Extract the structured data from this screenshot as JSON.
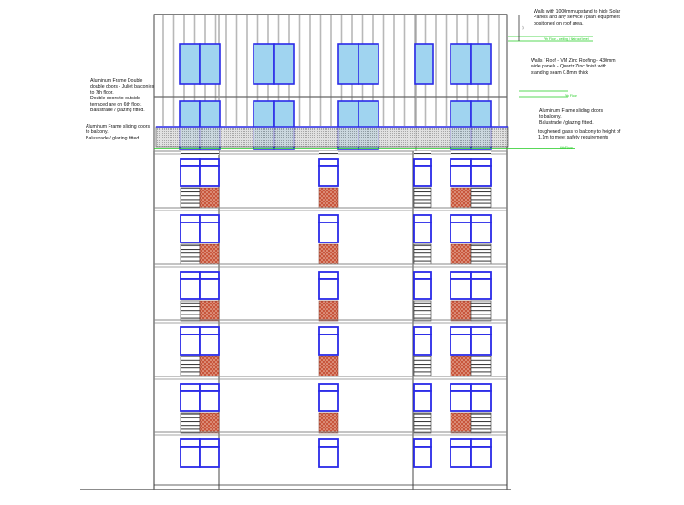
{
  "title": "Building front elevation",
  "annotations": {
    "roof_walls": "Walls with 1000mm upstand to hide Solar\nPanels and any service / plant equipment\npositioned on roof area.",
    "zinc_roofing": "Walls / Roof - VM Zinc Roofing - 430mm\nwide panels - Quartz Zinc finish with\nstanding seam 0.8mm thick",
    "sliding_doors_right": "Aluminum Frame sliding doors\nto balcony.\nBalustrade / glazing fitted.",
    "toughened_glass": "toughened glass to balcony to height of\n1.1m to meet safety requirements",
    "double_doors_left": "Aluminum Frame Double\ndouble doors - Juliet balconies\nto 7th floor.\nDouble doors to outside\nterraced are on 6th floor.\nBalustrade / glazing fitted.",
    "sliding_doors_left": "Aluminum Frame sliding doors\nto balcony.\nBalustrade / glazing fitted."
  },
  "level_labels": {
    "roof": "7th Floor - ceiling / flat roof level",
    "seventh": "7th Floor",
    "sixth": "6th Floor"
  },
  "dimension_label": "1m",
  "colors": {
    "frame_blue": "#2a2ae8",
    "glass_blue": "#a0d4f0",
    "level_green": "#22cc22",
    "brick_red": "#b5442c",
    "cladding_grey": "#b8b8b8",
    "line_dark": "#444444"
  },
  "upper_floor_count": 6
}
